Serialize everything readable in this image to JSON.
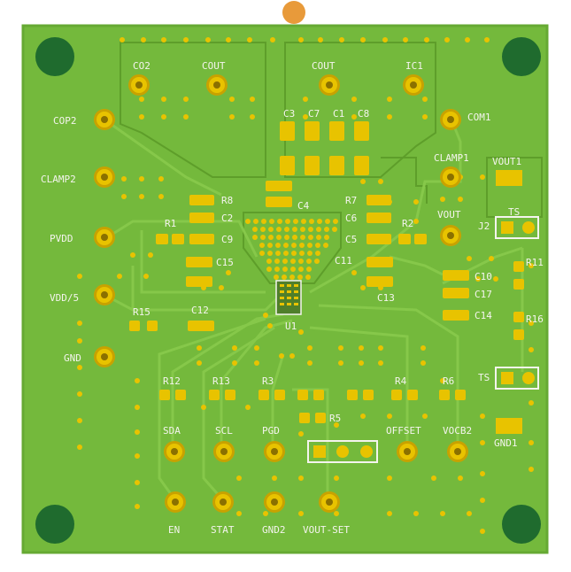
{
  "board": {
    "colors": {
      "background": "#ffffff",
      "board": "#74b93c",
      "board_edge": "#66a933",
      "trace": "#86c84a",
      "trace_dark": "#5e9e2a",
      "pad_gold": "#e8c300",
      "pad_ring": "#c8a200",
      "silk": "#f4f4ee",
      "mount_hole": "#1f6b2e",
      "marker": "#e89a3a"
    },
    "labels": {
      "c02": "CO2",
      "cout_top_left": "COUT",
      "cout_top_right": "COUT",
      "ic1": "IC1",
      "cop2": "COP2",
      "com1": "COM1",
      "clamp2": "CLAMP2",
      "clamp1": "CLAMP1",
      "vout1": "VOUT1",
      "pvdd": "PVDD",
      "vout": "VOUT",
      "vdd5": "VDD/5",
      "gnd": "GND",
      "j2": "J2",
      "ts": "TS",
      "ts2": "TS",
      "gnd1": "GND1",
      "sda": "SDA",
      "scl": "SCL",
      "pgd": "PGD",
      "offset": "OFFSET",
      "vocb2": "VOCB2",
      "en": "EN",
      "stat": "STAT",
      "gnd2": "GND2",
      "vout_set": "VOUT-SET",
      "u1": "U1",
      "c3": "C3",
      "c7": "C7",
      "c1": "C1",
      "c8": "C8",
      "c4": "C4",
      "r8": "R8",
      "c2": "C2",
      "r1": "R1",
      "c9": "C9",
      "c15": "C15",
      "r7": "R7",
      "c6": "C6",
      "c5": "C5",
      "r2": "R2",
      "c11": "C11",
      "c13": "C13",
      "r15": "R15",
      "c12": "C12",
      "r11": "R11",
      "c10": "C10",
      "c17": "C17",
      "c14": "C14",
      "r16": "R16",
      "r12": "R12",
      "r13": "R13",
      "r3": "R3",
      "r4": "R4",
      "r6": "R6",
      "r5": "R5"
    }
  }
}
